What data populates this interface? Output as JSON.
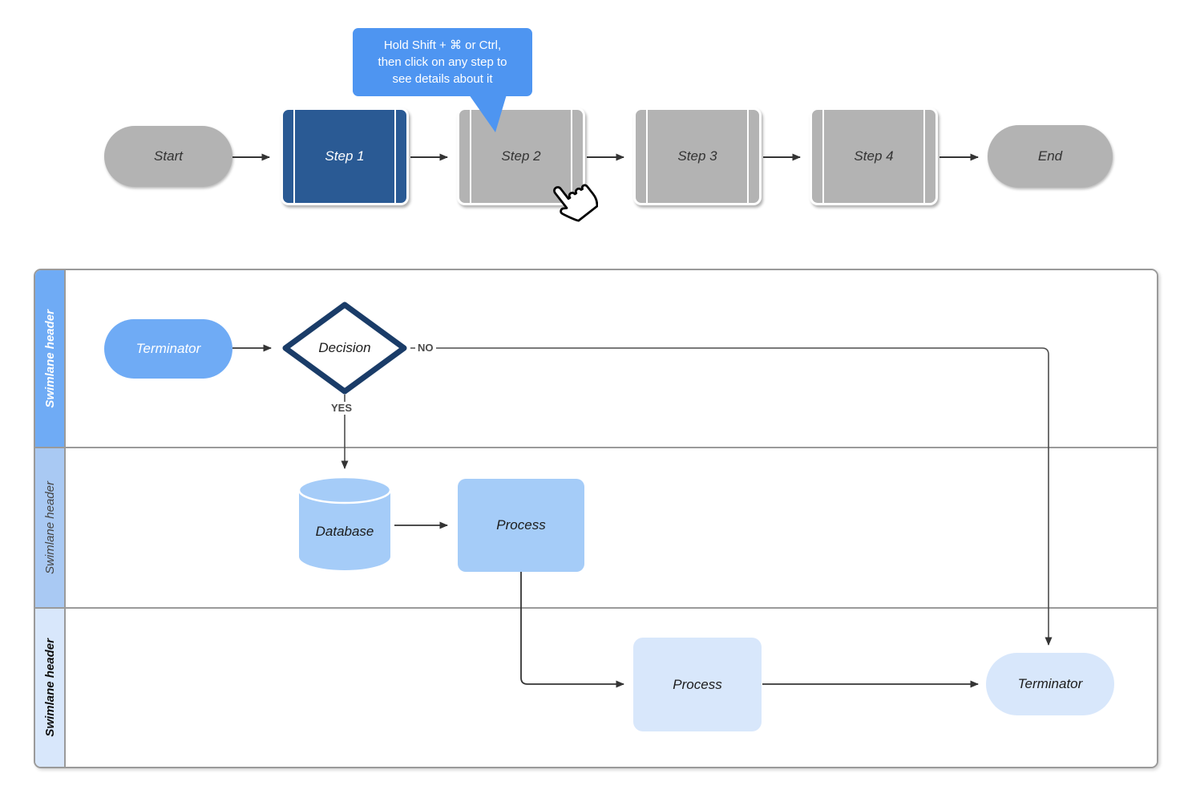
{
  "tooltip": {
    "lines": [
      "Hold Shift + ⌘ or Ctrl,",
      "then click on any step to",
      "see details about it"
    ]
  },
  "flow": {
    "start_label": "Start",
    "steps": [
      {
        "label": "Step 1",
        "selected": true
      },
      {
        "label": "Step 2",
        "selected": false
      },
      {
        "label": "Step 3",
        "selected": false
      },
      {
        "label": "Step 4",
        "selected": false
      }
    ],
    "end_label": "End"
  },
  "swimlane": {
    "lanes": [
      {
        "header": "Swimlane header"
      },
      {
        "header": "Swimlane header"
      },
      {
        "header": "Swimlane header"
      }
    ]
  },
  "shapes": {
    "terminator_lane1": "Terminator",
    "decision": "Decision",
    "database": "Database",
    "process_lane2": "Process",
    "process_lane3": "Process",
    "terminator_lane3": "Terminator"
  },
  "edge_labels": {
    "no": "NO",
    "yes": "YES"
  },
  "colors": {
    "selected_step_blue": "#2a5a94",
    "step_gray": "#b3b3b3",
    "tooltip_blue": "#4e95f1",
    "lane1_blue": "#6fabf5",
    "lane2_blue": "#a5ccf8",
    "lane3_blue": "#d8e7fb",
    "decision_border": "#1a3c68",
    "lane_border_gray": "#9a9a9a"
  }
}
